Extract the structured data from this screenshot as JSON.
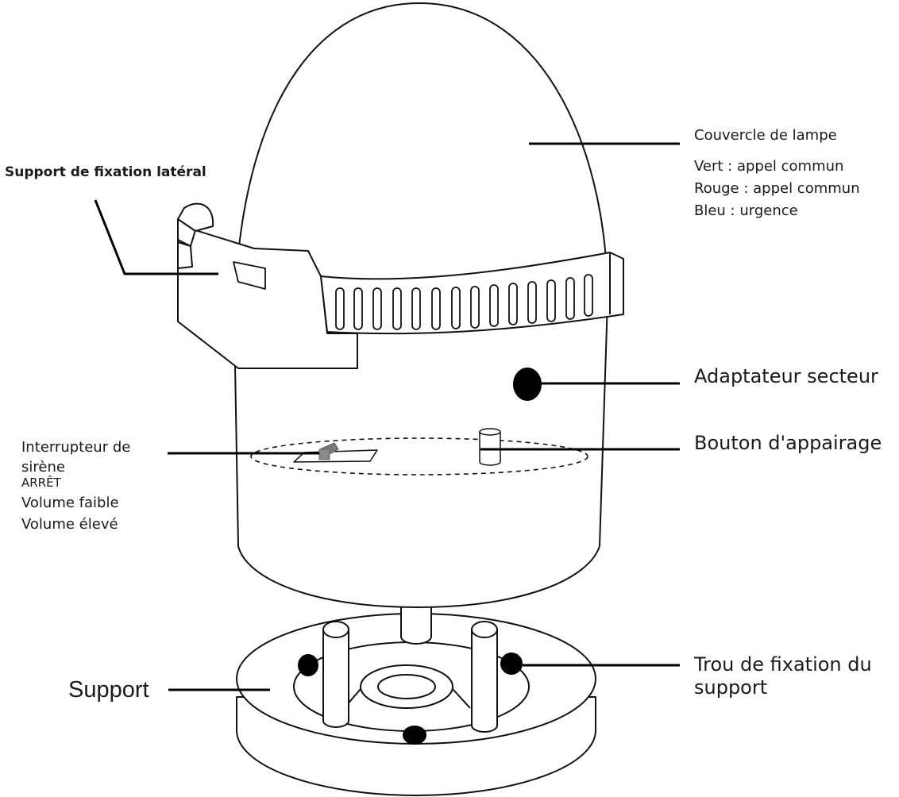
{
  "labels": {
    "lamp_cover": "Couvercle de lampe",
    "lamp_green": "Vert : appel commun",
    "lamp_red": "Rouge : appel commun",
    "lamp_blue": "Bleu : urgence",
    "side_bracket": "Support de fixation latéral",
    "power_adapter": "Adaptateur secteur",
    "pairing_button": "Bouton d'appairage",
    "siren_switch_line1": "Interrupteur de",
    "siren_switch_line2": "sirène",
    "siren_off": "ARRÊT",
    "siren_low": "Volume faible",
    "siren_high": "Volume élevé",
    "support": "Support",
    "mount_hole_line1": "Trou de fixation du",
    "mount_hole_line2": "support"
  }
}
